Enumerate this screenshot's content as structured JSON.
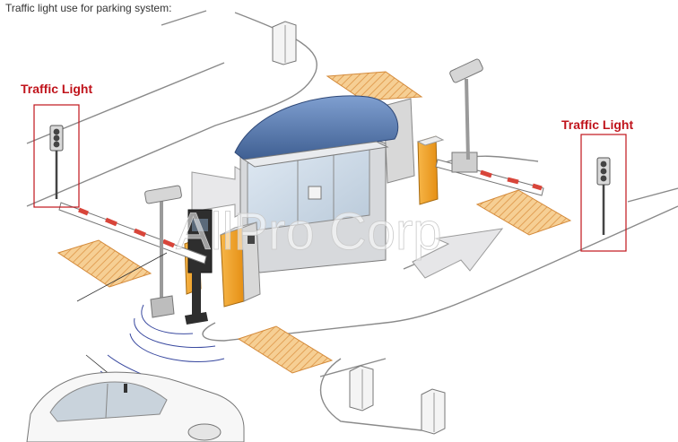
{
  "caption": "Traffic light use for parking system:",
  "labels": {
    "traffic_light_left": "Traffic Light",
    "traffic_light_right": "Traffic Light"
  },
  "watermark": "AllPro Corp",
  "colors": {
    "label_red": "#c0141c",
    "label_box": "#c0141c",
    "barrier_orange": "#f5a623",
    "road_line": "#8a8a8a",
    "booth_roof": "#4a6fa5",
    "speed_bump": "#f2c07a"
  }
}
